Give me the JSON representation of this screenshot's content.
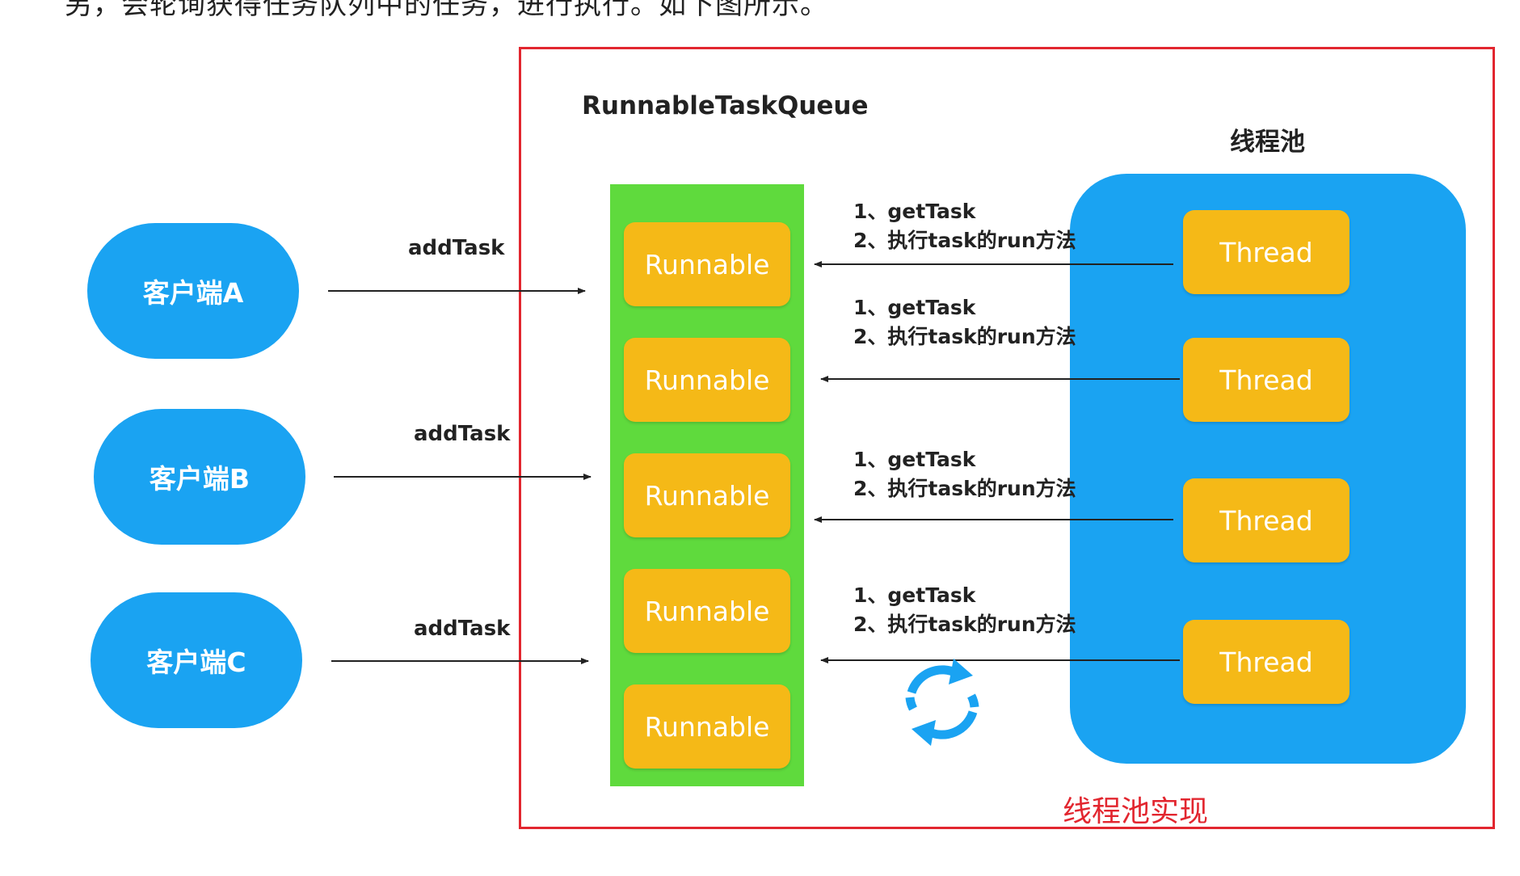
{
  "intro_text": "另，会轮询获得任务队列中的任务，进行执行。如下图所示。",
  "frame_caption": "线程池实现",
  "clients": [
    {
      "label": "客户端A",
      "arrow_label": "addTask"
    },
    {
      "label": "客户端B",
      "arrow_label": "addTask"
    },
    {
      "label": "客户端C",
      "arrow_label": "addTask"
    }
  ],
  "queue": {
    "title": "RunnableTaskQueue",
    "items": [
      "Runnable",
      "Runnable",
      "Runnable",
      "Runnable",
      "Runnable"
    ]
  },
  "pool": {
    "title": "线程池",
    "threads": [
      "Thread",
      "Thread",
      "Thread",
      "Thread"
    ]
  },
  "steps": [
    {
      "step1": "1、getTask",
      "step2": "2、执行task的run方法"
    },
    {
      "step1": "1、getTask",
      "step2": "2、执行task的run方法"
    },
    {
      "step1": "1、getTask",
      "step2": "2、执行task的run方法"
    },
    {
      "step1": "1、getTask",
      "step2": "2、执行task的run方法"
    }
  ],
  "icons": {
    "cycle": "refresh-cycle-icon"
  },
  "colors": {
    "client": "#1aa3f2",
    "pool": "#1aa3f2",
    "queue": "#5fda3d",
    "task_box": "#f5b917",
    "frame": "#e2262f",
    "cycle_icon": "#1aa3f2"
  }
}
